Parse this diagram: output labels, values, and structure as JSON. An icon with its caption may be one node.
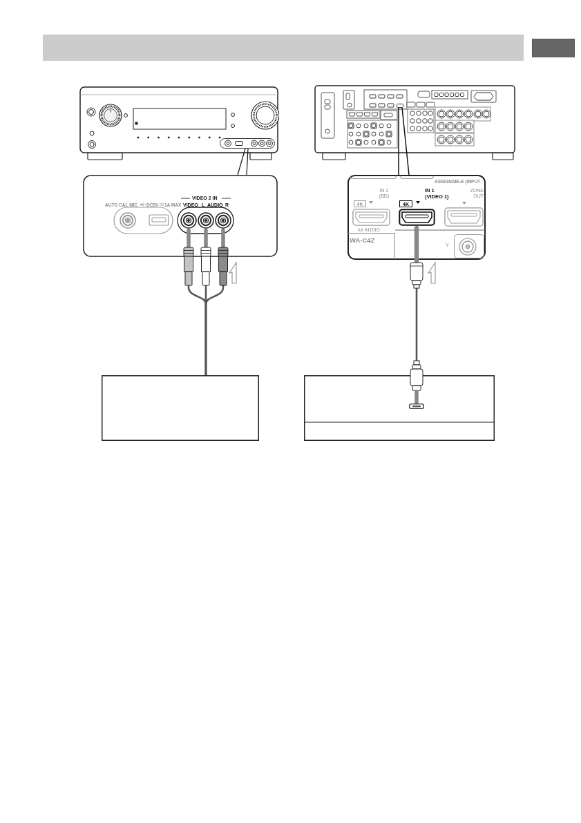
{
  "diagram": {
    "nodes": [
      {
        "text": [],
        "shape": "picture"
      },
      {
        "text": [],
        "shape": "box",
        "in": 0
      },
      {
        "text": [
          "VIDEO 2 IN",
          "AUTO CAL MIC",
          "DC5V",
          "1A MAX",
          "VIDEO",
          "L",
          "AUDIO",
          "R"
        ]
      },
      {
        "text": [],
        "shape": "circle",
        "in": 2
      },
      {
        "text": [],
        "shape": "circle",
        "in": 2
      },
      {
        "text": [],
        "shape": "circle",
        "in": 2
      },
      {
        "text": [],
        "shape": "circle",
        "in": 2
      },
      {
        "text": [],
        "shape": "box"
      },
      {
        "text": [],
        "shape": "picture"
      },
      {
        "text": [],
        "shape": "box",
        "in": 8
      },
      {
        "text": [
          "ASSIGNABLE (INPUT",
          "IN 2 (BD)",
          "IN 1 (VIDEO 1)",
          "ZONE OUT",
          "for AUDIO",
          "Y"
        ]
      },
      {
        "text": [
          "4K"
        ],
        "in": 10
      },
      {
        "text": [
          "4K"
        ],
        "in": 10
      },
      {
        "text": [],
        "shape": "box",
        "in": 10
      },
      {
        "text": [],
        "shape": "box",
        "in": 10
      },
      {
        "text": [],
        "shape": "box",
        "in": 10
      },
      {
        "text": [
          "WA-C4Z"
        ],
        "in": 10
      },
      {
        "text": [],
        "shape": "box"
      },
      {
        "text": [],
        "shape": "box",
        "in": 17
      }
    ],
    "edges": [
      {
        "from": 1,
        "to": 2,
        "arrow": "none"
      },
      {
        "from": 7,
        "to": 4,
        "arrow": "none"
      },
      {
        "from": 7,
        "to": 5,
        "arrow": "none"
      },
      {
        "from": 7,
        "to": 6,
        "arrow": "none"
      },
      {
        "from": 9,
        "to": 10,
        "arrow": "none"
      },
      {
        "from": 18,
        "to": 14,
        "arrow": "none"
      }
    ]
  }
}
